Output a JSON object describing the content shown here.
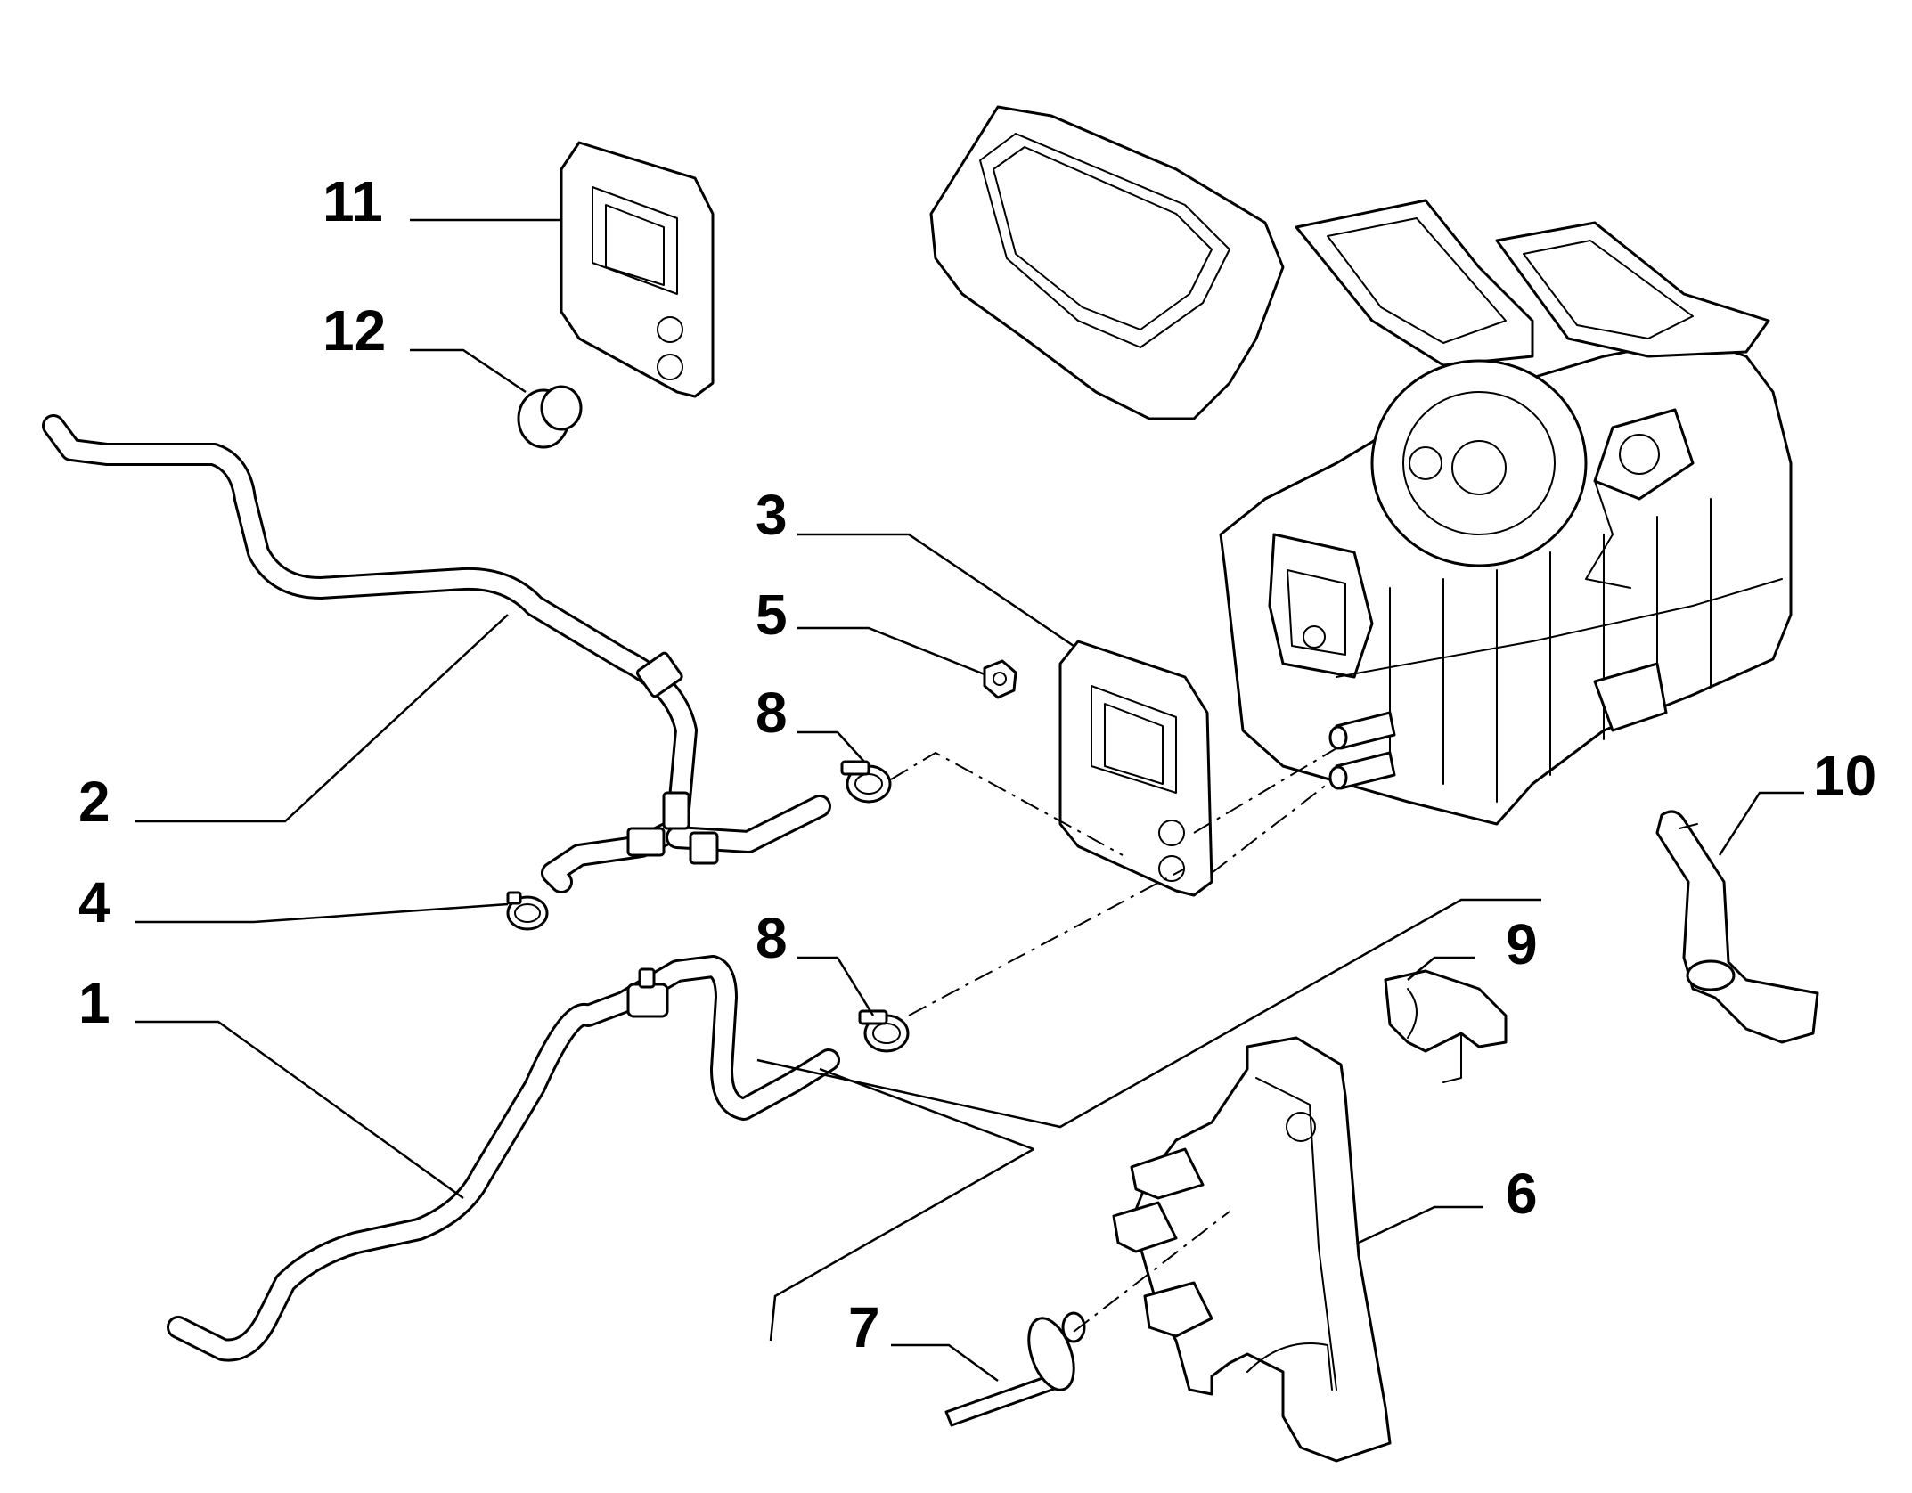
{
  "diagram": {
    "callouts": [
      {
        "id": "c1",
        "label": "1"
      },
      {
        "id": "c2",
        "label": "2"
      },
      {
        "id": "c3",
        "label": "3"
      },
      {
        "id": "c4",
        "label": "4"
      },
      {
        "id": "c5",
        "label": "5"
      },
      {
        "id": "c6",
        "label": "6"
      },
      {
        "id": "c7",
        "label": "7"
      },
      {
        "id": "c8a",
        "label": "8"
      },
      {
        "id": "c8b",
        "label": "8"
      },
      {
        "id": "c9",
        "label": "9"
      },
      {
        "id": "c10",
        "label": "10"
      },
      {
        "id": "c11",
        "label": "11"
      },
      {
        "id": "c12",
        "label": "12"
      }
    ],
    "colors": {
      "line": "#000000",
      "background": "#ffffff"
    }
  }
}
